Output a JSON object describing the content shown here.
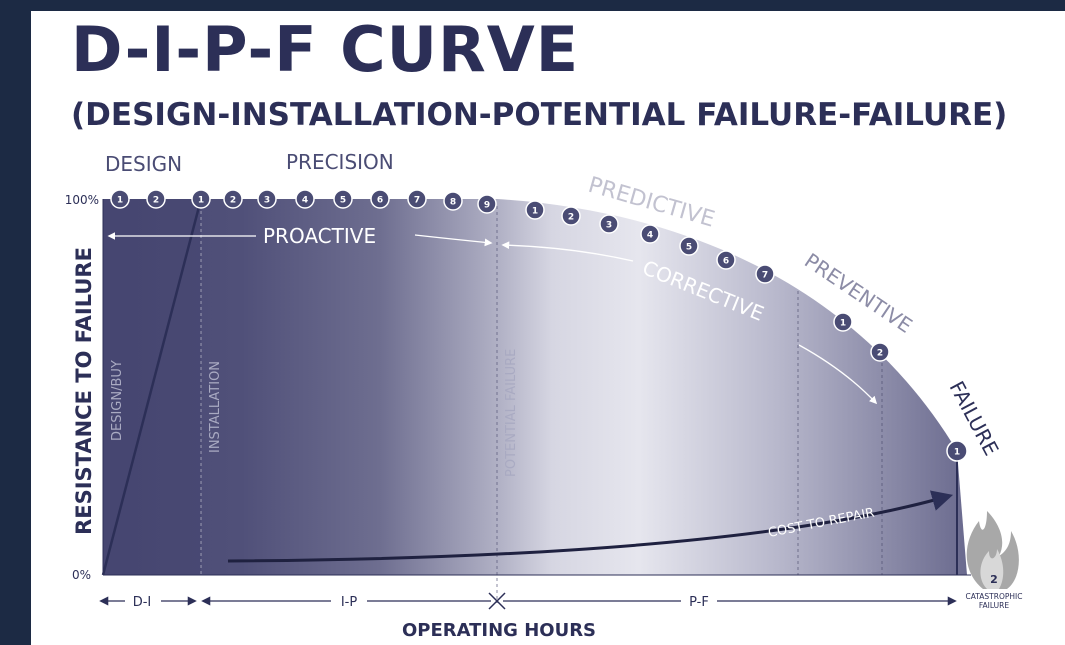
{
  "title": "D-I-P-F  CURVE",
  "subtitle": "(DESIGN-INSTALLATION-POTENTIAL FAILURE-FAILURE)",
  "colors": {
    "frame": "#1c2a44",
    "ink": "#2c2f57",
    "fill_dark": "#4a4a75",
    "fill_light": "#e6e6ee",
    "bubble": "#4a4c74",
    "fire": "#aaaaaa"
  },
  "y_axis": {
    "label": "RESISTANCE TO FAILURE",
    "top_tick": "100%",
    "bottom_tick": "0%"
  },
  "x_axis": {
    "label": "OPERATING HOURS"
  },
  "phases": {
    "design": "DESIGN",
    "precision": "PRECISION",
    "predictive": "PREDICTIVE",
    "preventive": "PREVENTIVE",
    "failure": "FAILURE"
  },
  "strategies": {
    "proactive": "PROACTIVE",
    "corrective": "CORRECTIVE"
  },
  "vertical_labels": {
    "design_buy": "DESIGN/BUY",
    "installation": "INSTALLATION",
    "potential_failure": "POTENTIAL FAILURE"
  },
  "intervals": {
    "di": "D-I",
    "ip": "I-P",
    "pf": "P-F"
  },
  "cost_label": "COST TO REPAIR",
  "catastrophic": {
    "number": "2",
    "line1": "CATASTROPHIC",
    "line2": "FAILURE"
  },
  "bubble_groups": {
    "design": [
      "1",
      "2"
    ],
    "precision": [
      "1",
      "2",
      "3",
      "4",
      "5",
      "6",
      "7",
      "8",
      "9"
    ],
    "predictive": [
      "1",
      "2",
      "3",
      "4",
      "5",
      "6",
      "7"
    ],
    "preventive": [
      "1",
      "2"
    ],
    "failure": [
      "1"
    ]
  }
}
